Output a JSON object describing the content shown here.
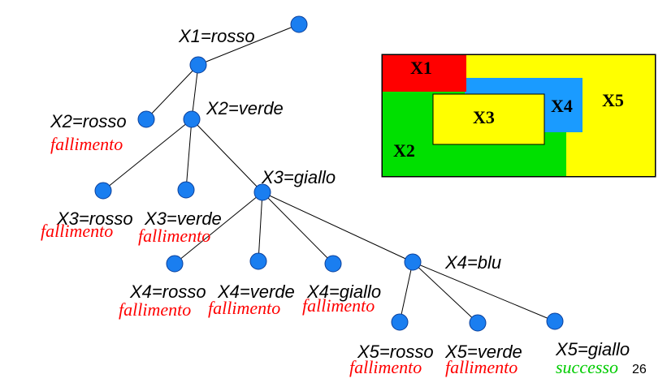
{
  "tree": {
    "labels": {
      "x1_rosso": "X1=rosso",
      "x2_rosso": "X2=rosso",
      "x2_verde": "X2=verde",
      "x3_giallo": "X3=giallo",
      "x3_rosso": "X3=rosso",
      "x3_verde": "X3=verde",
      "x4_blu": "X4=blu",
      "x4_rosso": "X4=rosso",
      "x4_verde": "X4=verde",
      "x4_giallo": "X4=giallo",
      "x5_rosso": "X5=rosso",
      "x5_verde": "X5=verde",
      "x5_giallo": "X5=giallo"
    },
    "outcomes": {
      "fail": "fallimento",
      "success": "successo"
    }
  },
  "map": {
    "regions": {
      "x1": {
        "label": "X1",
        "color": "#ff0000"
      },
      "x2": {
        "label": "X2",
        "color": "#00e000"
      },
      "x3": {
        "label": "X3",
        "color": "#ffff00"
      },
      "x4": {
        "label": "X4",
        "color": "#1a9bff"
      },
      "x5": {
        "label": "X5",
        "color": "#ffff00"
      }
    }
  },
  "page_number": "26"
}
